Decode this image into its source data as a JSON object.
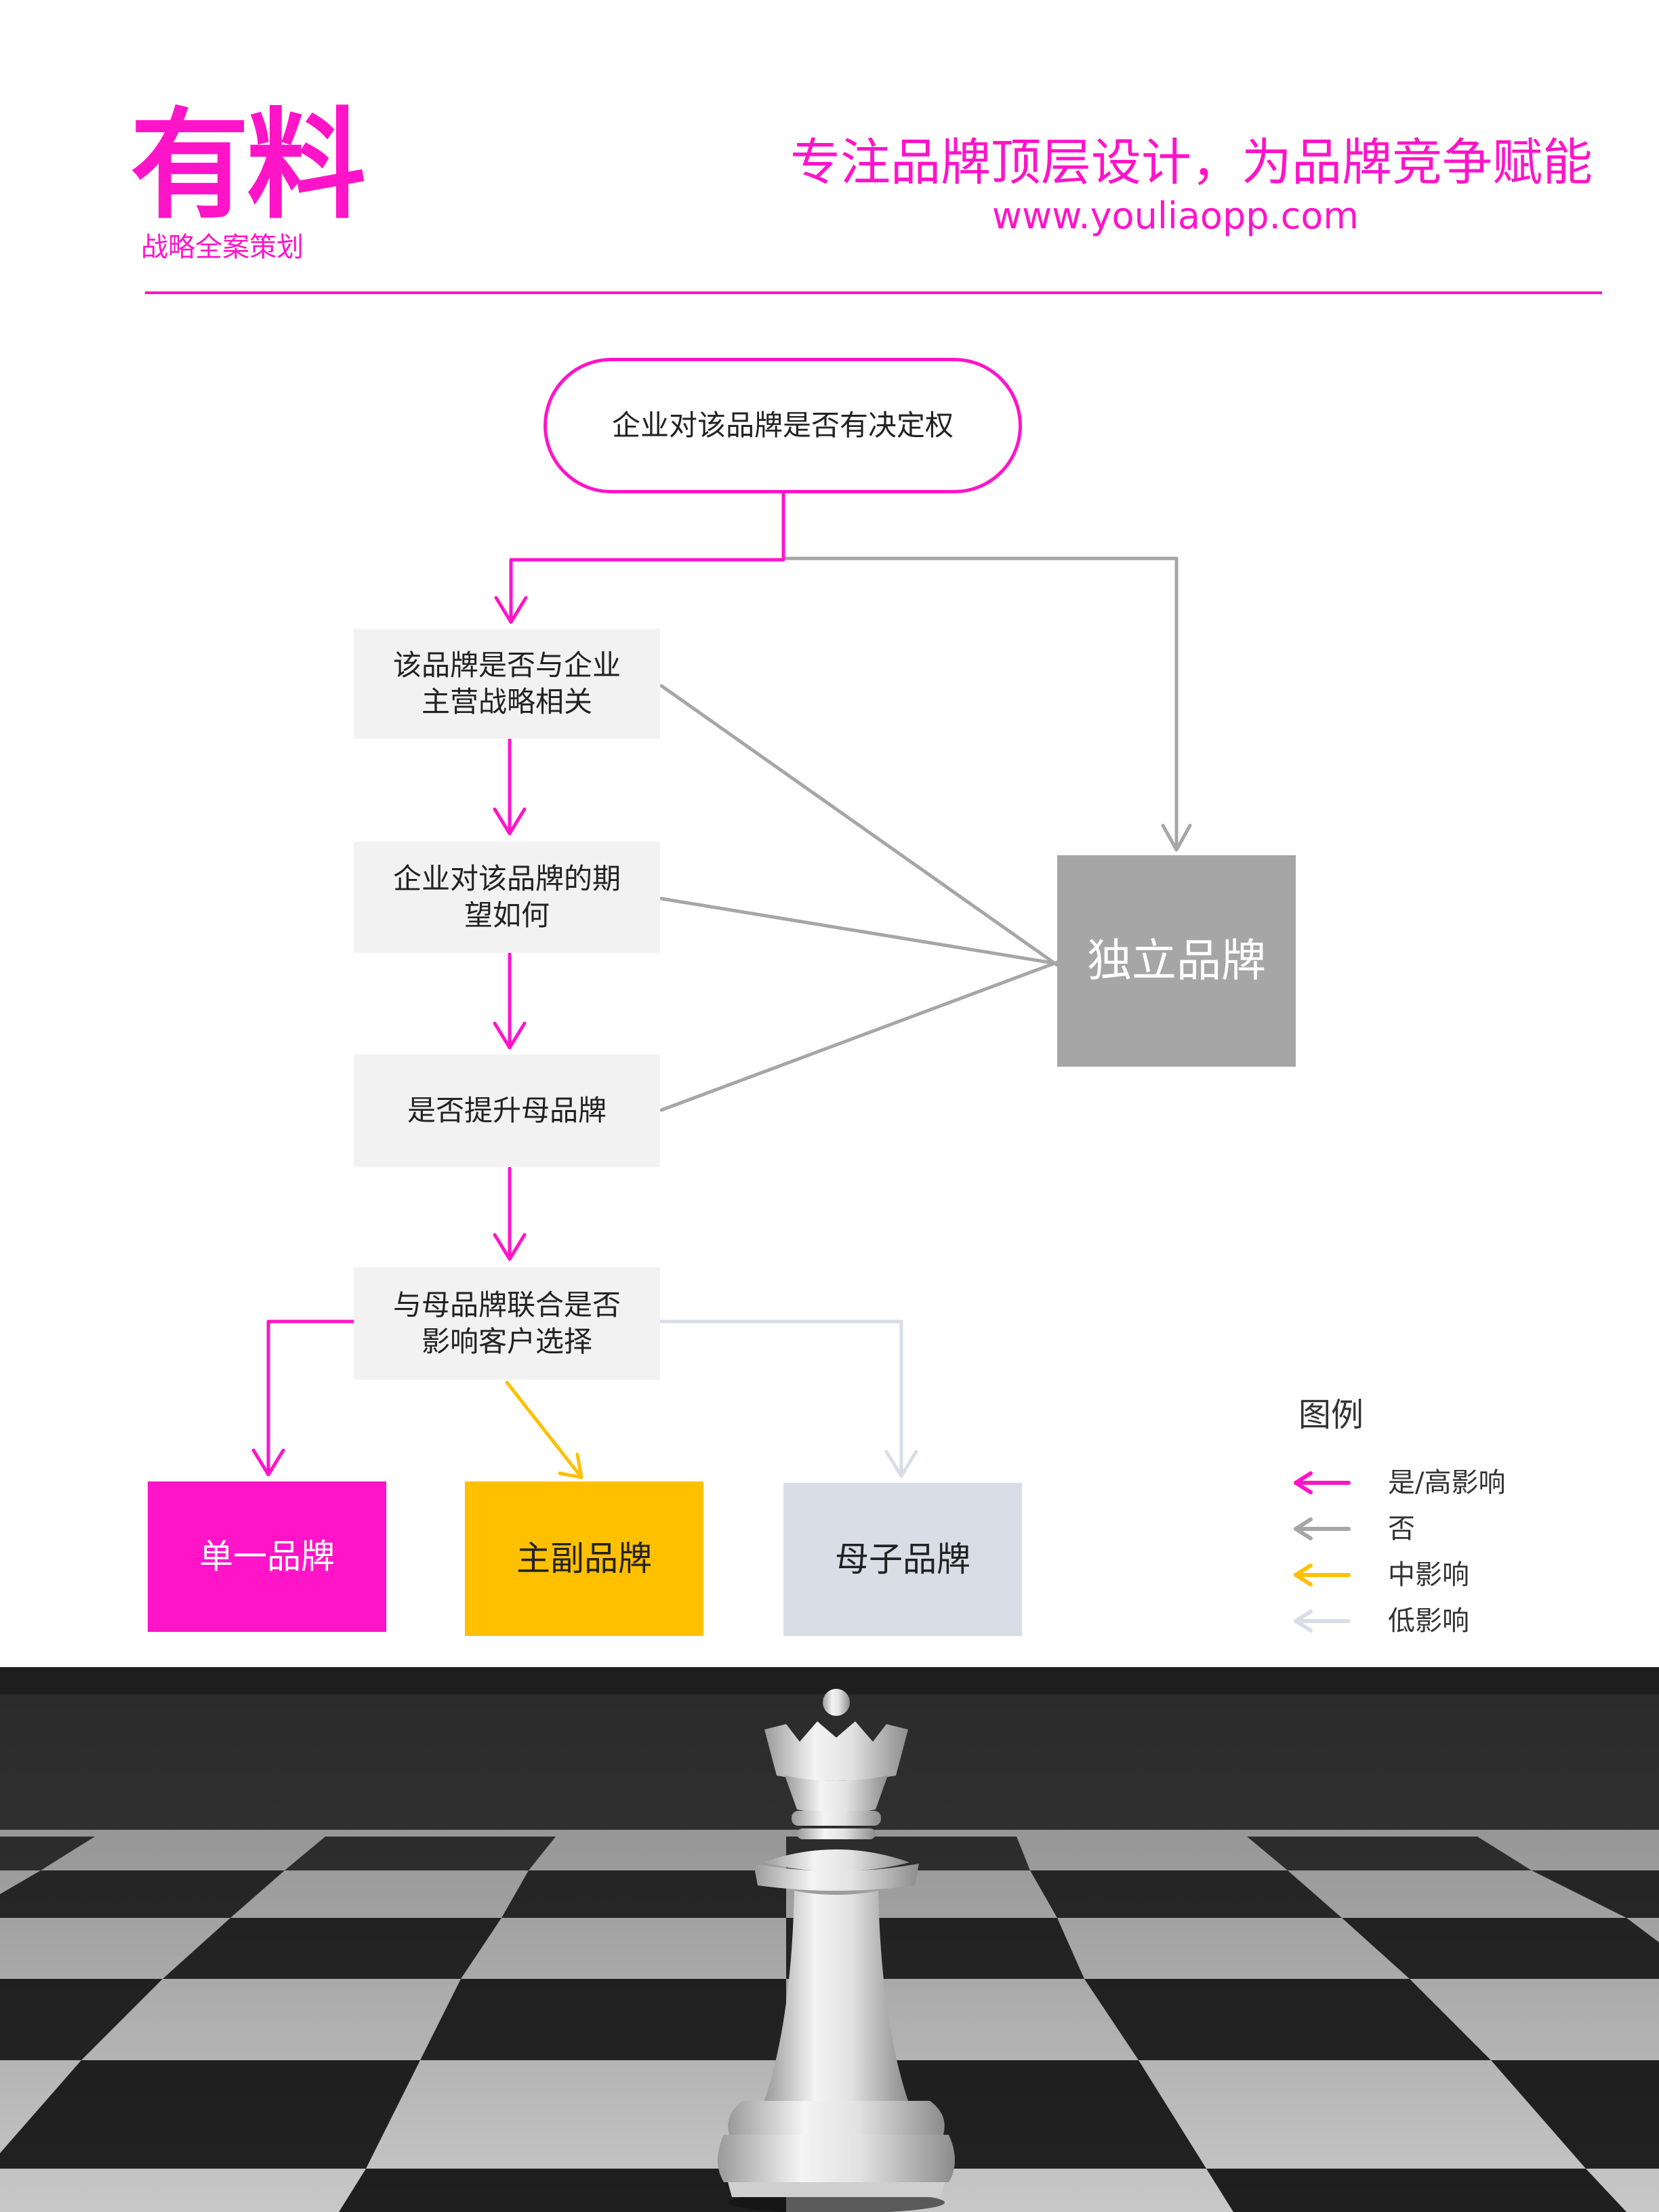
{
  "header": {
    "logo_text": "有料",
    "logo_subtitle": "战略全案策划",
    "slogan": "专注品牌顶层设计，为品牌竞争赋能",
    "website": "www.youliaopp.com"
  },
  "diagram": {
    "start": "企业对该品牌是否有决定权",
    "q1": {
      "line1": "该品牌是否与企业",
      "line2": "主营战略相关"
    },
    "q2": {
      "line1": "企业对该品牌的期",
      "line2": "望如何"
    },
    "q3": "是否提升母品牌",
    "q4": {
      "line1": "与母品牌联合是否",
      "line2": "影响客户选择"
    },
    "independent_brand": "独立品牌",
    "single_brand": "单一品牌",
    "main_sub_brand": "主副品牌",
    "parent_child_brand": "母子品牌"
  },
  "legend": {
    "title": "图例",
    "items": [
      {
        "label": "是/高影响",
        "color": "#ff14c8"
      },
      {
        "label": "否",
        "color": "#a6a6a6"
      },
      {
        "label": "中影响",
        "color": "#ffc000"
      },
      {
        "label": "低影响",
        "color": "#d9dee6"
      }
    ]
  },
  "colors": {
    "brand_magenta": "#ff14c8",
    "gray": "#a6a6a6",
    "yellow": "#ffc000",
    "light_gray": "#d9dee6",
    "question_box": "#f2f2f2"
  },
  "photo": {
    "subject": "white-queen-chess-piece-on-board"
  }
}
